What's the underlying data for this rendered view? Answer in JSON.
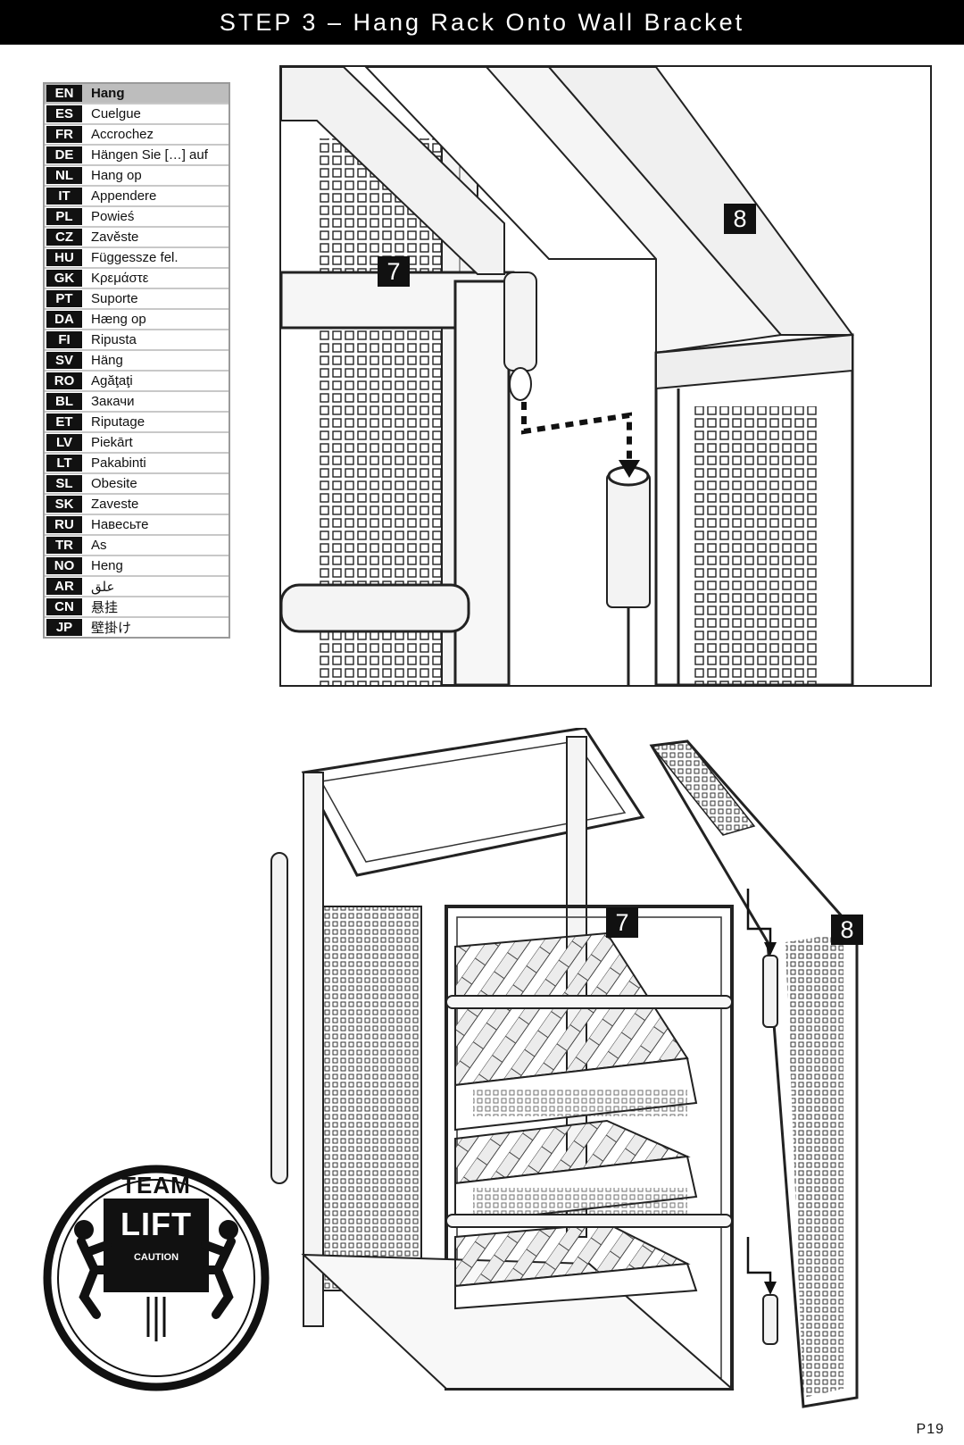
{
  "header": {
    "title": "STEP 3 – Hang Rack Onto Wall Bracket"
  },
  "languages": [
    {
      "code": "EN",
      "word": "Hang"
    },
    {
      "code": "ES",
      "word": "Cuelgue"
    },
    {
      "code": "FR",
      "word": "Accrochez"
    },
    {
      "code": "DE",
      "word": "Hängen Sie […] auf"
    },
    {
      "code": "NL",
      "word": "Hang op"
    },
    {
      "code": "IT",
      "word": "Appendere"
    },
    {
      "code": "PL",
      "word": "Powieś"
    },
    {
      "code": "CZ",
      "word": "Zavěste"
    },
    {
      "code": "HU",
      "word": "Függessze fel."
    },
    {
      "code": "GK",
      "word": "Κρεμάστε"
    },
    {
      "code": "PT",
      "word": "Suporte"
    },
    {
      "code": "DA",
      "word": "Hæng op"
    },
    {
      "code": "FI",
      "word": "Ripusta"
    },
    {
      "code": "SV",
      "word": "Häng"
    },
    {
      "code": "RO",
      "word": "Agăţaţi"
    },
    {
      "code": "BL",
      "word": "Закачи"
    },
    {
      "code": "ET",
      "word": "Riputage"
    },
    {
      "code": "LV",
      "word": "Piekārt"
    },
    {
      "code": "LT",
      "word": "Pakabinti"
    },
    {
      "code": "SL",
      "word": "Obesite"
    },
    {
      "code": "SK",
      "word": "Zaveste"
    },
    {
      "code": "RU",
      "word": "Навесьте"
    },
    {
      "code": "TR",
      "word": "As"
    },
    {
      "code": "NO",
      "word": "Heng"
    },
    {
      "code": "AR",
      "word": "علق"
    },
    {
      "code": "CN",
      "word": "悬挂"
    },
    {
      "code": "JP",
      "word": "壁掛け"
    }
  ],
  "detail_panel": {
    "label_7": "7",
    "label_8": "8"
  },
  "main_illustration": {
    "label_7": "7",
    "label_8": "8"
  },
  "team_lift": {
    "line1": "TEAM",
    "line2": "LIFT",
    "line3": "CAUTION"
  },
  "footer": {
    "page": "P19"
  }
}
